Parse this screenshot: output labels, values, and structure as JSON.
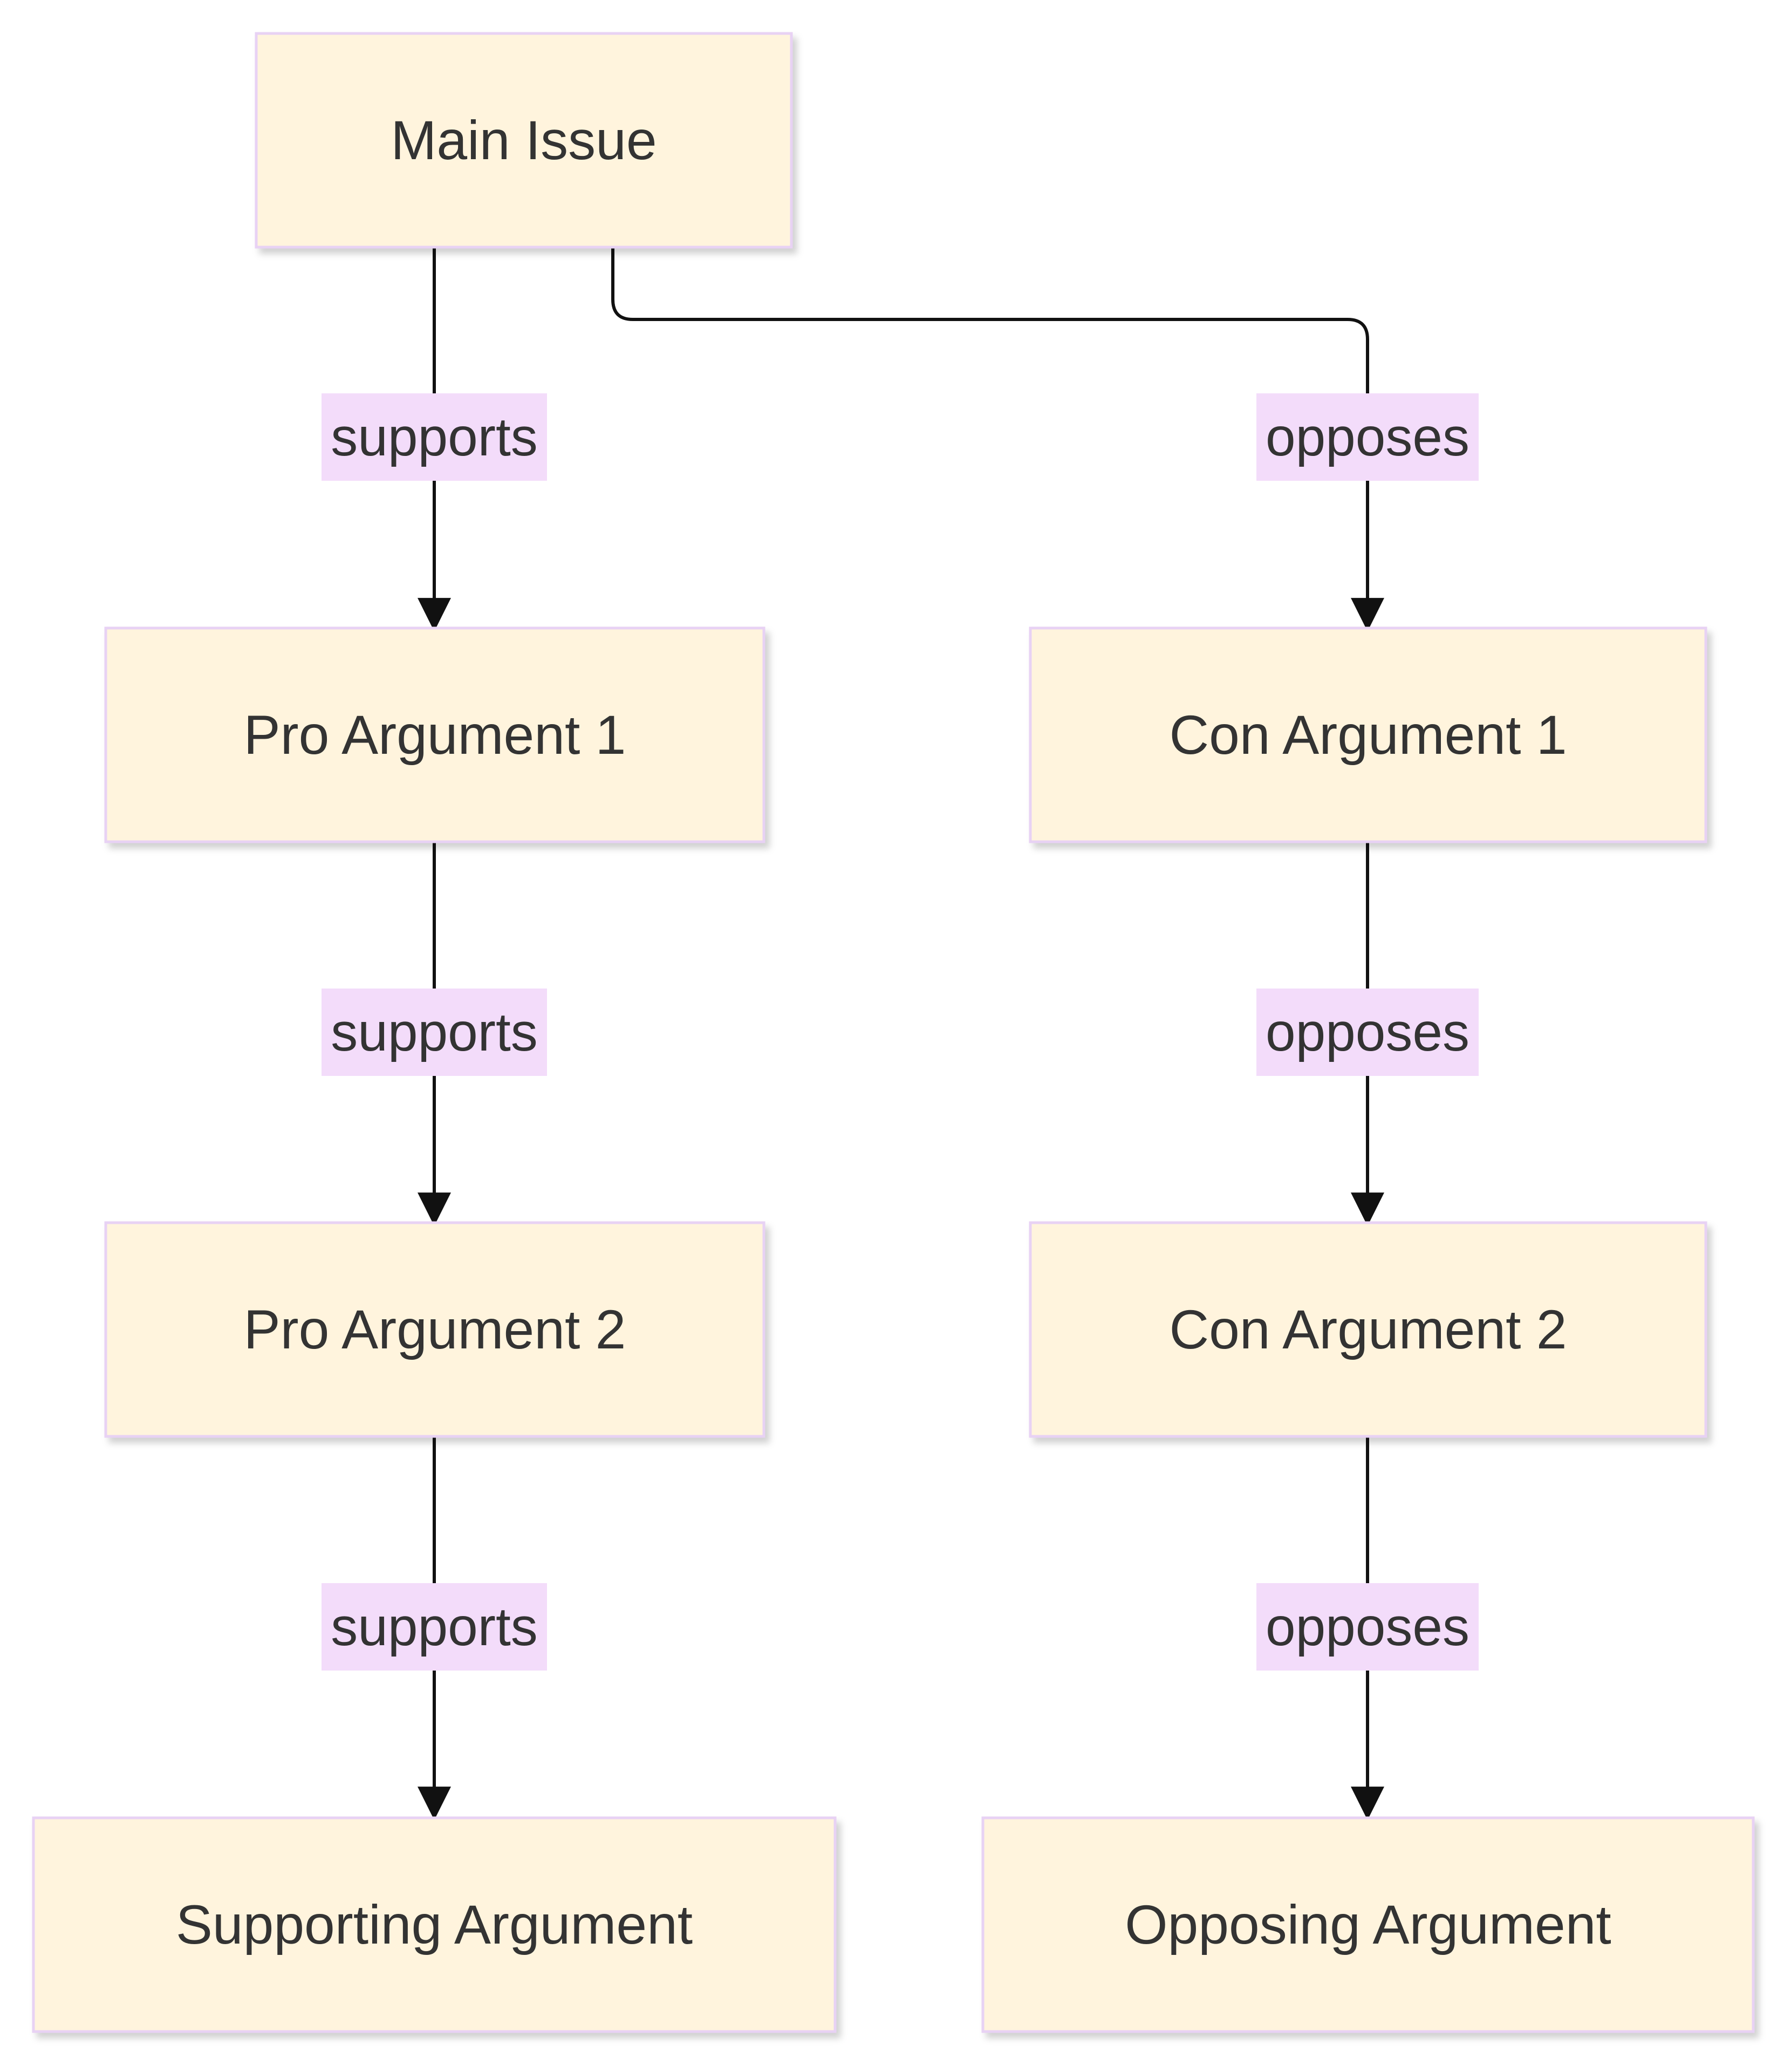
{
  "colors": {
    "node_fill": "#fff4dd",
    "node_border": "#e8d2f4",
    "edge": "#111111",
    "label_bg": "#f3dcfa",
    "text": "#333333"
  },
  "nodes": {
    "main": "Main Issue",
    "pro1": "Pro Argument 1",
    "pro2": "Pro Argument 2",
    "supporting": "Supporting Argument",
    "con1": "Con Argument 1",
    "con2": "Con Argument 2",
    "opposing": "Opposing Argument"
  },
  "edges": [
    {
      "from": "main",
      "to": "pro1",
      "label": "supports"
    },
    {
      "from": "main",
      "to": "con1",
      "label": "opposes"
    },
    {
      "from": "pro1",
      "to": "pro2",
      "label": "supports"
    },
    {
      "from": "pro2",
      "to": "supporting",
      "label": "supports"
    },
    {
      "from": "con1",
      "to": "con2",
      "label": "opposes"
    },
    {
      "from": "con2",
      "to": "opposing",
      "label": "opposes"
    }
  ]
}
